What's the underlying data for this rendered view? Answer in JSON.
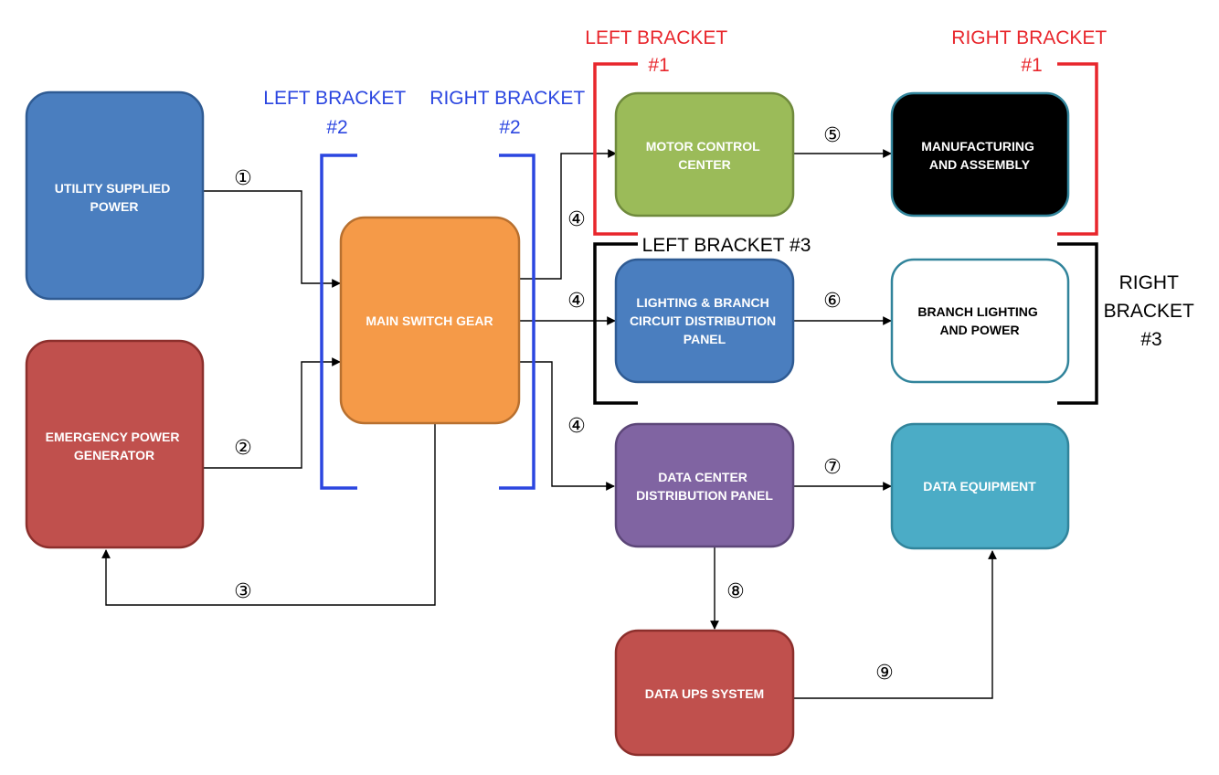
{
  "boxes": {
    "utility": {
      "label": [
        "UTILITY SUPPLIED",
        "POWER"
      ],
      "fill": "#4a7ebf",
      "stroke": "#2f5b93",
      "text_color": "#ffffff"
    },
    "emergency": {
      "label": [
        "EMERGENCY POWER",
        "GENERATOR"
      ],
      "fill": "#c0504d",
      "stroke": "#8c2f2c",
      "text_color": "#ffffff"
    },
    "main_switch": {
      "label": [
        "MAIN SWITCH GEAR"
      ],
      "fill": "#f59a48",
      "stroke": "#b8702f",
      "text_color": "#ffffff"
    },
    "motor_control": {
      "label": [
        "MOTOR CONTROL",
        "CENTER"
      ],
      "fill": "#9bbb59",
      "stroke": "#6f8a3c",
      "text_color": "#ffffff"
    },
    "manufacturing": {
      "label": [
        "MANUFACTURING",
        "AND ASSEMBLY"
      ],
      "fill": "#000000",
      "stroke": "#31849b",
      "text_color": "#ffffff"
    },
    "lighting_panel": {
      "label": [
        "LIGHTING & BRANCH",
        "CIRCUIT DISTRIBUTION",
        "PANEL"
      ],
      "fill": "#4a7ebf",
      "stroke": "#2f5b93",
      "text_color": "#ffffff"
    },
    "branch_lighting": {
      "label": [
        "BRANCH LIGHTING",
        "AND POWER"
      ],
      "fill": "#ffffff",
      "stroke": "#31849b",
      "text_color": "#000000"
    },
    "data_center": {
      "label": [
        "DATA CENTER",
        "DISTRIBUTION PANEL"
      ],
      "fill": "#8064a2",
      "stroke": "#5c4678",
      "text_color": "#ffffff"
    },
    "data_equipment": {
      "label": [
        "DATA EQUIPMENT"
      ],
      "fill": "#4bacc6",
      "stroke": "#31849b",
      "text_color": "#ffffff"
    },
    "data_ups": {
      "label": [
        "DATA UPS SYSTEM"
      ],
      "fill": "#c0504d",
      "stroke": "#8c2f2c",
      "text_color": "#ffffff"
    }
  },
  "brackets": {
    "left_1": {
      "label": [
        "LEFT BRACKET",
        "#1"
      ],
      "color": "#e8262c"
    },
    "right_1": {
      "label": [
        "RIGHT BRACKET",
        "#1"
      ],
      "color": "#e8262c"
    },
    "left_2": {
      "label": [
        "LEFT BRACKET",
        "#2"
      ],
      "color": "#2b46e0"
    },
    "right_2": {
      "label": [
        "RIGHT BRACKET",
        "#2"
      ],
      "color": "#2b46e0"
    },
    "left_3": {
      "label": [
        "LEFT BRACKET #3"
      ],
      "color": "#000000"
    },
    "right_3": {
      "label": [
        "RIGHT",
        "BRACKET",
        "#3"
      ],
      "color": "#000000"
    }
  },
  "connection_numbers": {
    "n1": "①",
    "n2": "②",
    "n3": "③",
    "n4a": "④",
    "n4b": "④",
    "n4c": "④",
    "n5": "⑤",
    "n6": "⑥",
    "n7": "⑦",
    "n8": "⑧",
    "n9": "⑨"
  },
  "line_color": "#000000"
}
